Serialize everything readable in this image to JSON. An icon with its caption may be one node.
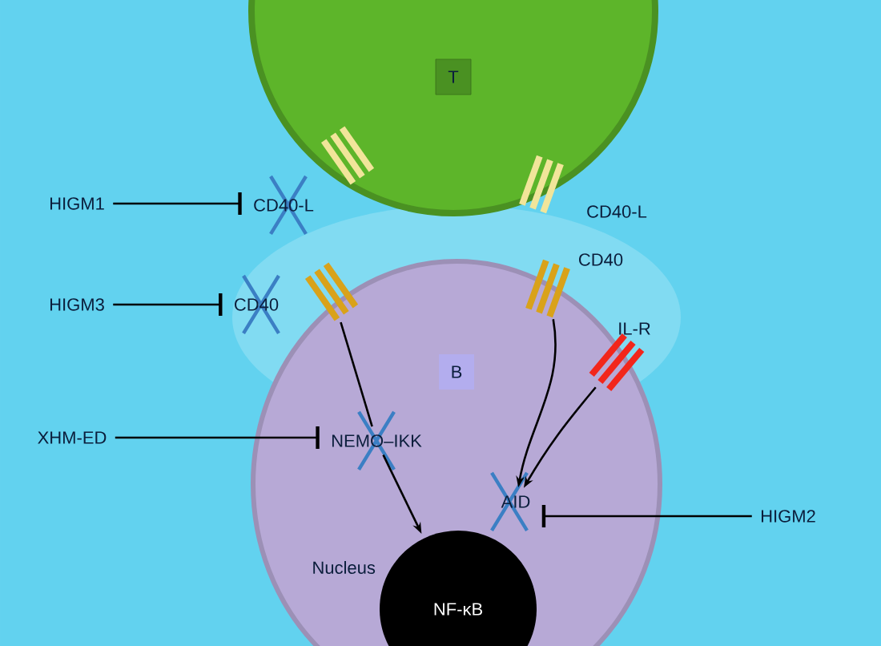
{
  "diagram": {
    "nodes": [
      {
        "text": [],
        "shape": "circle"
      },
      {
        "text": [
          "T"
        ],
        "in": 0
      },
      {
        "text": [],
        "shape": "ellipse"
      },
      {
        "text": [
          "B"
        ],
        "in": 2
      },
      {
        "text": [
          "NF-κB"
        ],
        "beside": [
          "Nucleus"
        ],
        "in": 2
      },
      {
        "text": [
          "HIGM1"
        ]
      },
      {
        "text": [
          "CD40-L"
        ]
      },
      {
        "text": [
          "HIGM3"
        ]
      },
      {
        "text": [
          "CD40"
        ]
      },
      {
        "text": [
          "XHM-ED"
        ]
      },
      {
        "text": [
          "NEMO–IKK"
        ],
        "in": 2
      },
      {
        "text": [
          "AID"
        ],
        "in": 2
      },
      {
        "text": [
          "HIGM2"
        ]
      },
      {
        "text": [],
        "shape": "picture"
      },
      {
        "text": [
          "CD40"
        ]
      },
      {
        "text": [
          "IL-R"
        ],
        "in": 2
      }
    ],
    "edges": [
      {
        "from": 5,
        "to": 6,
        "arrow": "other"
      },
      {
        "from": 7,
        "to": 8,
        "arrow": "other"
      },
      {
        "from": 9,
        "to": 10,
        "arrow": "other"
      },
      {
        "from": 12,
        "to": 11,
        "arrow": "other"
      },
      {
        "from": 13,
        "to": 10,
        "arrow": "none"
      },
      {
        "from": 10,
        "to": 4,
        "arrow": "to"
      },
      {
        "from": 14,
        "to": 11,
        "arrow": "to"
      },
      {
        "from": 15,
        "to": 11,
        "arrow": "to"
      }
    ],
    "labels": [
      "CD40-L"
    ]
  }
}
